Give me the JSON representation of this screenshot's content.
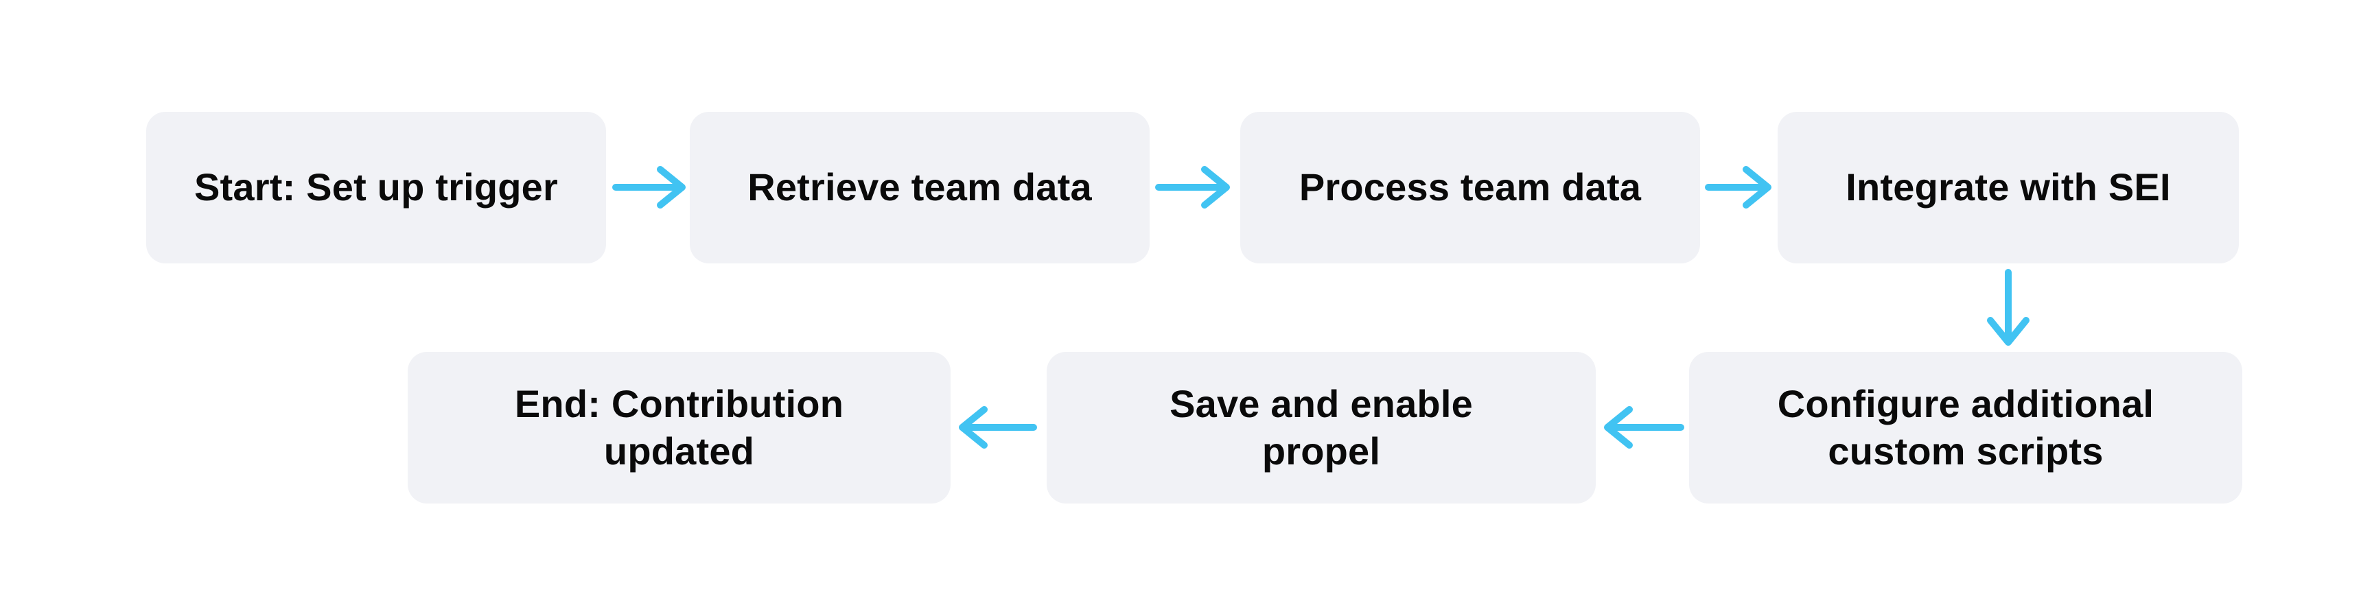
{
  "colors": {
    "background": "#ffffff",
    "node_fill": "#f1f2f6",
    "arrow": "#41c3f2",
    "text": "#0a0a0a"
  },
  "diagram": {
    "type": "flowchart",
    "nodes": [
      {
        "id": "start",
        "lines": [
          "Start: Set up trigger"
        ]
      },
      {
        "id": "retrieve-team-data",
        "lines": [
          "Retrieve team data"
        ]
      },
      {
        "id": "process-team-data",
        "lines": [
          "Process team data"
        ]
      },
      {
        "id": "integrate-with-sei",
        "lines": [
          "Integrate with SEI"
        ]
      },
      {
        "id": "configure-custom-scripts",
        "lines": [
          "Configure additional",
          "custom scripts"
        ]
      },
      {
        "id": "save-and-enable-propel",
        "lines": [
          "Save and enable",
          "propel"
        ]
      },
      {
        "id": "end",
        "lines": [
          "End: Contribution",
          "updated"
        ]
      }
    ],
    "edges": [
      {
        "from": "start",
        "to": "retrieve-team-data",
        "direction": "right"
      },
      {
        "from": "retrieve-team-data",
        "to": "process-team-data",
        "direction": "right"
      },
      {
        "from": "process-team-data",
        "to": "integrate-with-sei",
        "direction": "right"
      },
      {
        "from": "integrate-with-sei",
        "to": "configure-custom-scripts",
        "direction": "down"
      },
      {
        "from": "configure-custom-scripts",
        "to": "save-and-enable-propel",
        "direction": "left"
      },
      {
        "from": "save-and-enable-propel",
        "to": "end",
        "direction": "left"
      }
    ]
  }
}
